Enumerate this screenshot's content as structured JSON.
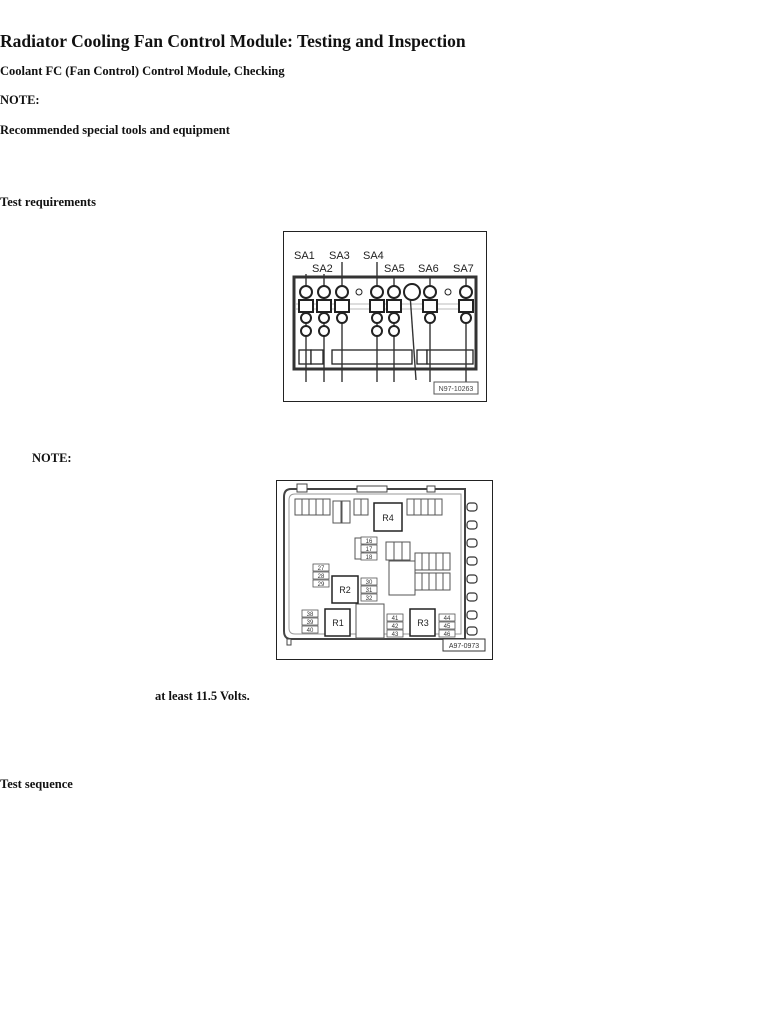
{
  "document": {
    "title": "Radiator Cooling Fan Control Module: Testing and Inspection",
    "subtitle": "Coolant FC (Fan Control) Control Module, Checking",
    "note_1": "NOTE:",
    "tools_heading": "Recommended special tools and equipment",
    "test_requirements": "Test requirements",
    "note_2": "NOTE:",
    "voltage_text": "at least 11.5 Volts.",
    "test_sequence": "Test sequence"
  },
  "figure_1": {
    "labels_top": [
      "SA1",
      "SA3",
      "SA4"
    ],
    "labels_bottom": [
      "SA2",
      "SA5",
      "SA6",
      "SA7"
    ],
    "ref": "N97-10263"
  },
  "figure_2": {
    "relays": [
      "R1",
      "R2",
      "R3",
      "R4"
    ],
    "fuses_left_a": [
      "27",
      "28",
      "29"
    ],
    "fuses_left_b": [
      "38",
      "39",
      "40"
    ],
    "fuses_mid_a": [
      "16",
      "17",
      "18"
    ],
    "fuses_mid_b": [
      "30",
      "31",
      "32"
    ],
    "fuses_mid_c": [
      "41",
      "42",
      "43"
    ],
    "fuses_right": [
      "44",
      "45",
      "46"
    ],
    "ref": "A97-0973"
  }
}
